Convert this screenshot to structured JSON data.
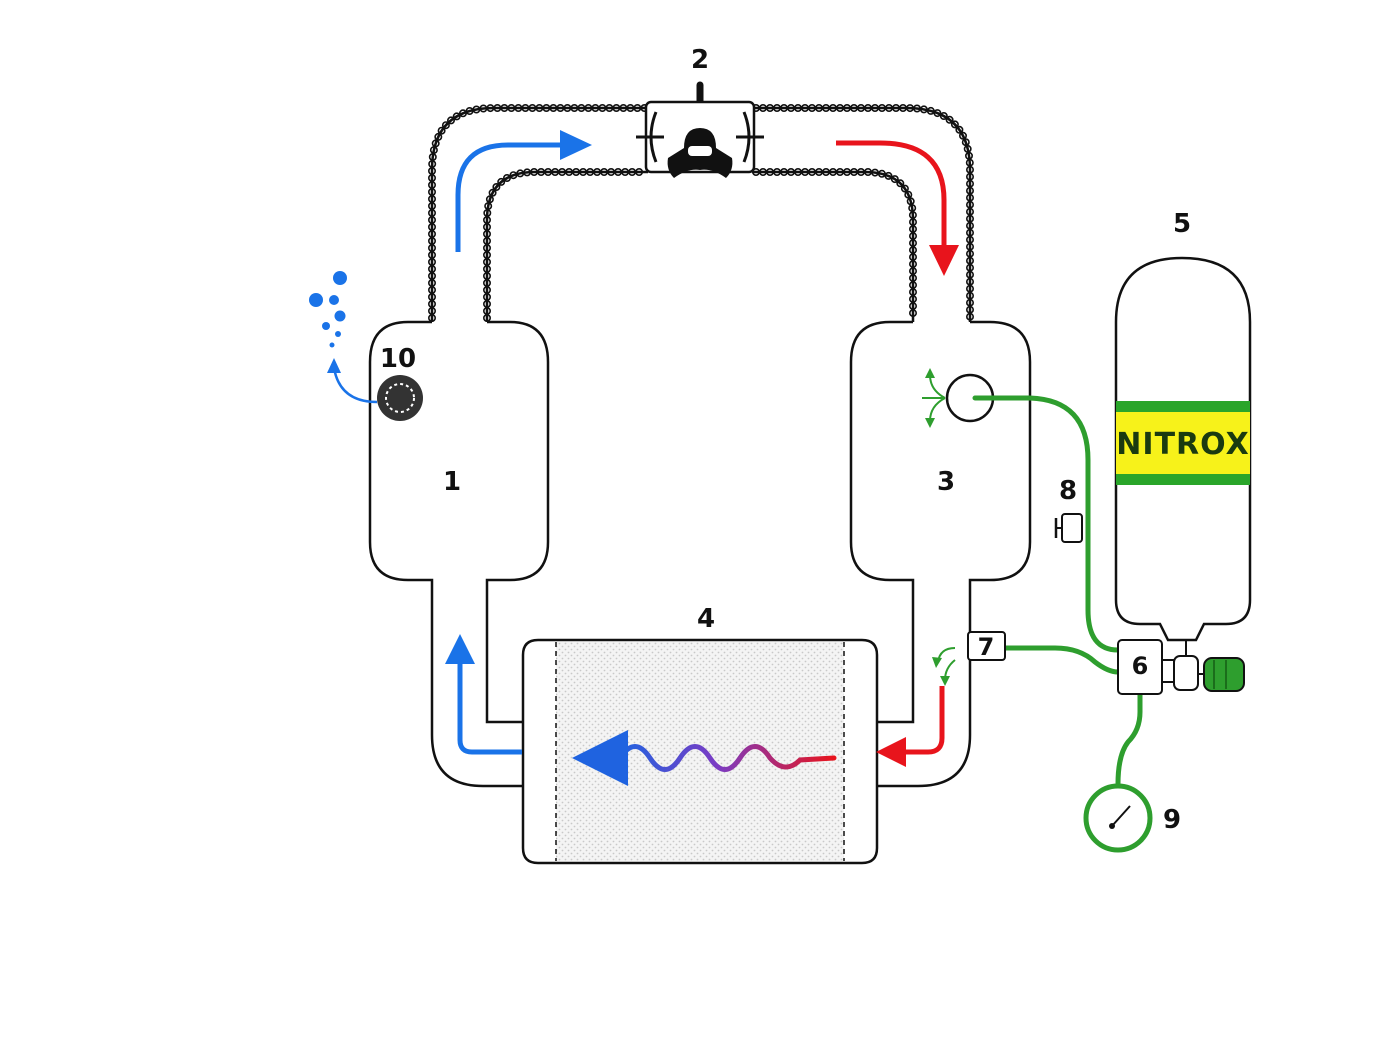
{
  "labels": {
    "counterlung_exhale": "1",
    "mouthpiece": "2",
    "counterlung_inhale": "3",
    "scrubber": "4",
    "cylinder": "5",
    "first_stage": "6",
    "adv": "7",
    "manual_add": "8",
    "gauge": "9",
    "opv": "10"
  },
  "tank_text": "NITROX",
  "colors": {
    "exhale_flow": "#1a73e8",
    "inhale_flow": "#e8141c",
    "gas_line": "#2e9e2e",
    "tank_band": "#2aa52a",
    "tank_label_bg": "#f7f21a",
    "outline": "#111111"
  }
}
